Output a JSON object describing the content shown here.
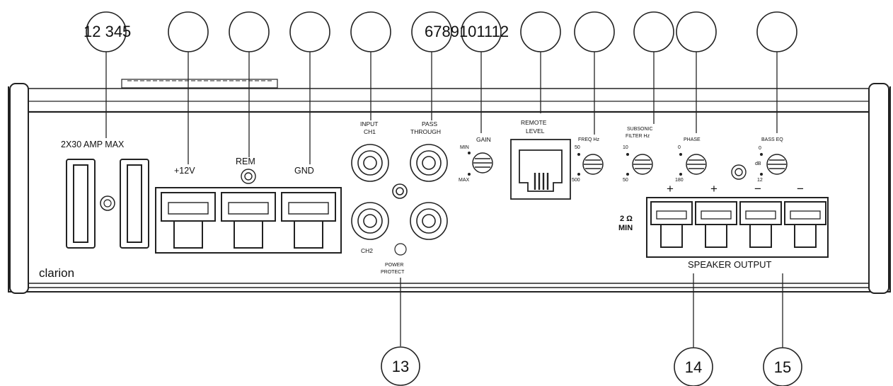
{
  "callouts_top_text": {
    "group_a": "12 345",
    "group_b": "6789101112"
  },
  "callouts_bottom": [
    "13",
    "14",
    "15"
  ],
  "panel": {
    "fuse_label": "2X30 AMP MAX",
    "power_12v": "+12V",
    "rem": "REM",
    "gnd": "GND",
    "brand": "clarion",
    "input_ch1": [
      "INPUT",
      "CH1"
    ],
    "pass_through": [
      "PASS",
      "THROUGH"
    ],
    "ch2": "CH2",
    "power_protect": [
      "POWER",
      "PROTECT"
    ],
    "gain": "GAIN",
    "gain_min": "MIN",
    "gain_max": "MAX",
    "remote_level": [
      "REMOTE",
      "LEVEL"
    ],
    "freq": "FREQ Hz",
    "freq_lo": "50",
    "freq_hi": "500",
    "subsonic": [
      "SUBSONIC",
      "FILTER Hz"
    ],
    "sub_lo": "10",
    "sub_hi": "50",
    "phase": "PHASE",
    "phase_lo": "0",
    "phase_hi": "180",
    "bass_eq": "BASS EQ",
    "bass_lo": "0",
    "bass_db": "dB",
    "bass_hi": "12",
    "ohm": [
      "2 Ω",
      "MIN"
    ],
    "plus": "+",
    "minus": "−",
    "speaker_output": "SPEAKER  OUTPUT"
  }
}
